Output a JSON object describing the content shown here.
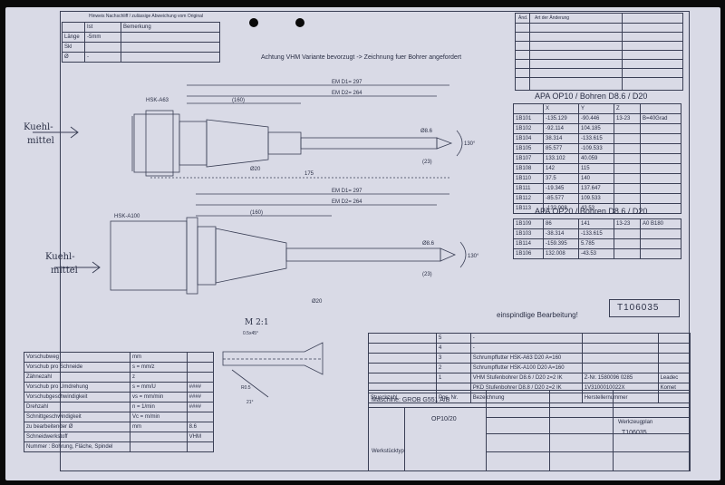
{
  "hint_table": {
    "header": "Hinweis Nachschliff / zulässige Abweichung vom Original",
    "col_ist": "Ist",
    "col_bemerkung": "Bemerkung",
    "rows": [
      {
        "label": "Länge",
        "ist": "-5mm",
        "note": ""
      },
      {
        "label": "Skl",
        "ist": "",
        "note": ""
      },
      {
        "label": "Ø",
        "ist": "-",
        "note": ""
      }
    ]
  },
  "top_note": "Achtung VHM Variante bevorzugt -> Zeichnung fuer Bohrer angefordert",
  "aenderung": {
    "col1": "Änd.",
    "col2": "Art der Änderung"
  },
  "op10": {
    "title": "APA OP10 / Bohren D8.6 / D20",
    "cols": [
      "",
      "X",
      "Y",
      "Z",
      ""
    ],
    "rows": [
      [
        "1B101",
        "-135.129",
        "-90.446",
        "13-23",
        "B=40Grad"
      ],
      [
        "1B102",
        "-92.114",
        "104.185",
        "",
        ""
      ],
      [
        "1B104",
        "38.314",
        "-133.615",
        "",
        ""
      ],
      [
        "1B105",
        "85.577",
        "-109.533",
        "",
        ""
      ],
      [
        "1B107",
        "133.102",
        "40.059",
        "",
        ""
      ],
      [
        "1B108",
        "142",
        "115",
        "",
        ""
      ],
      [
        "1B110",
        "37.5",
        "140",
        "",
        ""
      ],
      [
        "1B111",
        "-19.345",
        "137.647",
        "",
        ""
      ],
      [
        "1B112",
        "-85.577",
        "109.533",
        "",
        ""
      ],
      [
        "1B113",
        "-132.008",
        "43.53",
        "",
        ""
      ]
    ]
  },
  "op20": {
    "title": "APA OP20 / Bohren D8.6 / D20",
    "rows": [
      [
        "1B109",
        "86",
        "141",
        "13-23",
        "A0 B180"
      ],
      [
        "1B103",
        "-38.314",
        "-133.615",
        "",
        ""
      ],
      [
        "1B114",
        "-159.395",
        "5.785",
        "",
        ""
      ],
      [
        "1B106",
        "132.008",
        "-43.53",
        "",
        ""
      ]
    ]
  },
  "upper_drawing": {
    "em1": "EM D1= 297",
    "em2": "EM D2= 264",
    "holder": "HSK-A63",
    "len160": "(160)",
    "len175": "175",
    "dia20": "Ø20",
    "dia86": "Ø8.6",
    "len23": "(23)",
    "angle": "130°",
    "kuehl1": "Kuehl-",
    "kuehl2": "mittel"
  },
  "lower_drawing": {
    "em1": "EM D1= 297",
    "em2": "EM D2= 264",
    "holder": "HSK-A100",
    "len160": "(160)",
    "dia20": "Ø20",
    "dia86": "Ø8.6",
    "len23": "(23)",
    "angle": "130°",
    "kuehl1": "Kuehl-",
    "kuehl2": "mittel"
  },
  "detail": {
    "title": "M 2:1",
    "chamfer": "0.5x45°",
    "radius": "R0.5",
    "angle": "21°"
  },
  "doc_number": "T106035",
  "bearbeitung": "einspindlige Bearbeitung!",
  "parts": [
    {
      "pos": "5",
      "bez": "-",
      "num": ""
    },
    {
      "pos": "4",
      "bez": "-",
      "num": ""
    },
    {
      "pos": "3",
      "bez": "Schrumpffutter HSK-A63 D20 A=160",
      "num": ""
    },
    {
      "pos": "2",
      "bez": "Schrumpffutter HSK-A100 D20 A=160",
      "num": ""
    },
    {
      "pos": "1",
      "bez": "VHM Stufenbohrer D8.6 / D20 z=2 IK",
      "num": "Z-Nr. 1580096 0285",
      "maker": "Leadec"
    },
    {
      "pos": "",
      "bez": "PKD Stufenbohrer D8.8 / D20 z=2 IK",
      "num": "1V3100010022X",
      "maker": "Komet"
    }
  ],
  "parts_header": {
    "stueck": "Stueckzahl",
    "pos": "Pos. Nr.",
    "bez": "Bezeichnung",
    "num": "Herstellernummer"
  },
  "params": [
    {
      "label": "Vorschubweg",
      "unit": "mm",
      "val": ""
    },
    {
      "label": "Vorschub pro Schneide",
      "unit": "s = mm/z",
      "val": ""
    },
    {
      "label": "Zähnezahl",
      "unit": "z",
      "val": ""
    },
    {
      "label": "Vorschub pro Umdrehung",
      "unit": "s = mm/U",
      "val": "####"
    },
    {
      "label": "Vorschubgeschwindigkeit",
      "unit": "vs = mm/min",
      "val": "####"
    },
    {
      "label": "Drehzahl",
      "unit": "n = 1/min",
      "val": "####"
    },
    {
      "label": "Schnittgeschwindigkeit",
      "unit": "Vc = m/min",
      "val": ""
    },
    {
      "label": "zu bearbeitender Ø",
      "unit": "mm",
      "val": "8.6"
    },
    {
      "label": "Schneidwerkstoff",
      "unit": "",
      "val": "VHM"
    },
    {
      "label": "Nummer : Bohrung, Fläche, Spindel",
      "unit": "",
      "val": ""
    }
  ],
  "machine": "Maschine: GROB G551 A/B",
  "op": "OP10/20",
  "werkstueck": "Werkstücktyp",
  "werkzeugplan": "Werkzeugplan",
  "plan_number": "T106035"
}
